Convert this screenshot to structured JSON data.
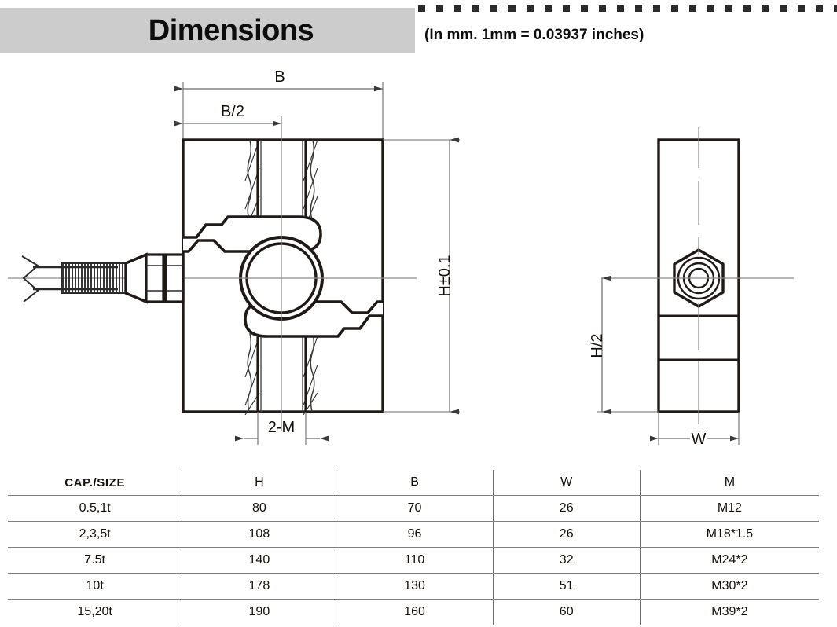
{
  "header": {
    "title": "Dimensions",
    "unit_note": "(In mm. 1mm = 0.03937 inches)"
  },
  "drawing": {
    "front_view": {
      "labels": {
        "b": "B",
        "b_half": "B/2",
        "height": "H±0.1",
        "thread": "2-M"
      }
    },
    "side_view": {
      "labels": {
        "h_half": "H/2",
        "width": "W"
      }
    }
  },
  "table": {
    "headers": [
      "CAP./SIZE",
      "H",
      "B",
      "W",
      "M"
    ],
    "rows": [
      [
        "0.5,1t",
        "80",
        "70",
        "26",
        "M12"
      ],
      [
        "2,3,5t",
        "108",
        "96",
        "26",
        "M18*1.5"
      ],
      [
        "7.5t",
        "140",
        "110",
        "32",
        "M24*2"
      ],
      [
        "10t",
        "178",
        "130",
        "51",
        "M30*2"
      ],
      [
        "15,20t",
        "190",
        "160",
        "60",
        "M39*2"
      ]
    ]
  },
  "colors": {
    "header_band": "#cccccc",
    "ink": "#1a1a1a",
    "thin_line": "#6b6b6b",
    "rule": "#808080"
  }
}
